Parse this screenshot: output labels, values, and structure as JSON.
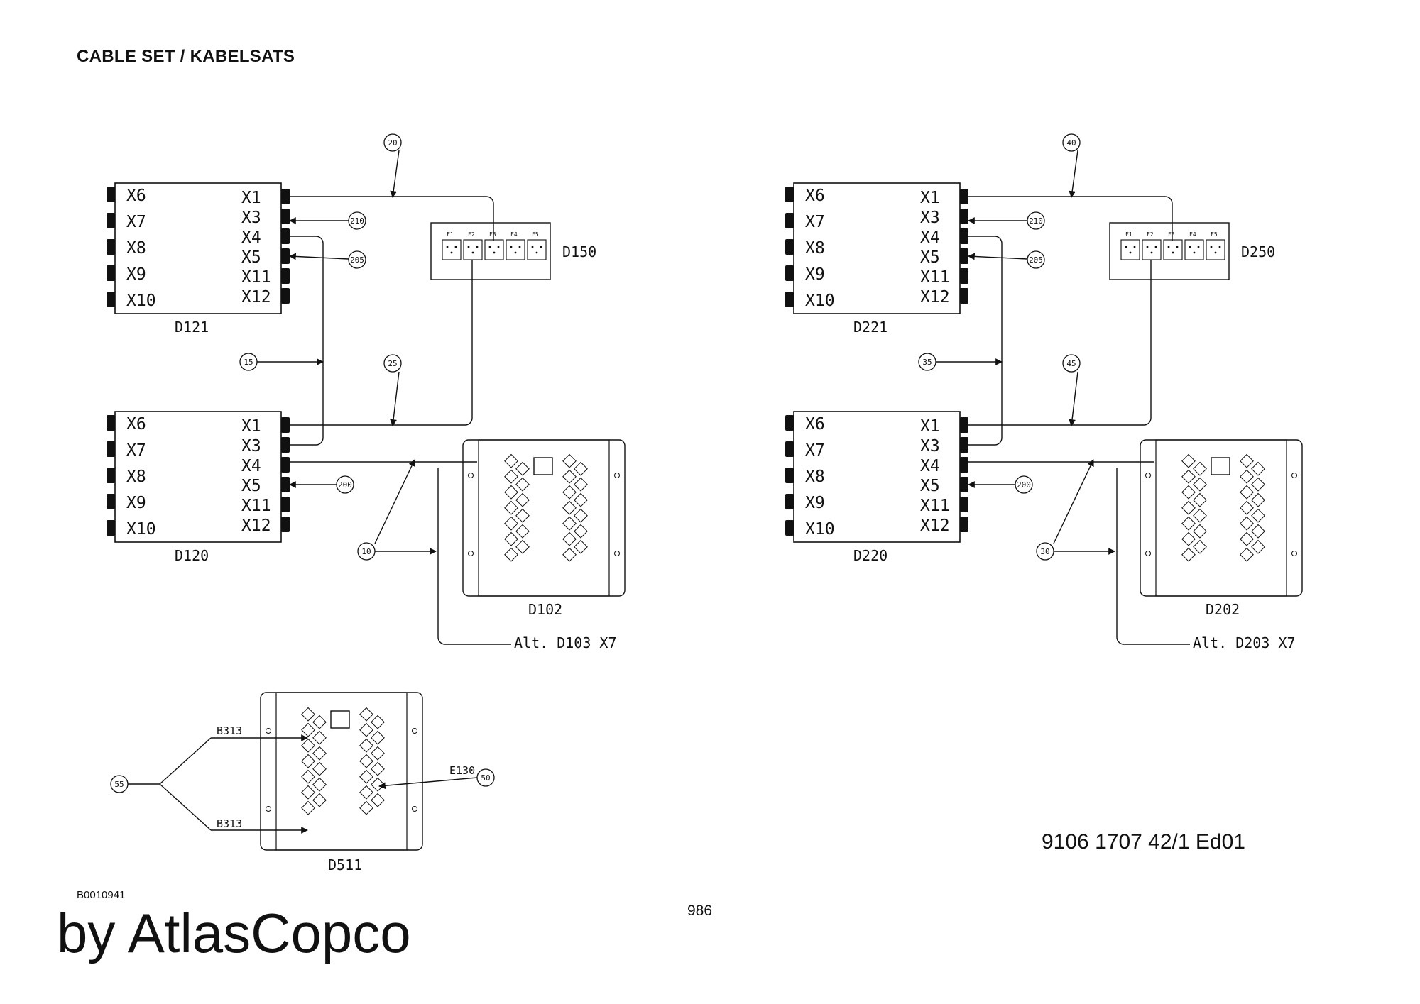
{
  "page": {
    "title": "CABLE SET / KABELSATS",
    "doc_ref": "B0010941",
    "brand": "by AtlasCopco",
    "page_number": "986",
    "part_number": "9106 1707 42/1  Ed01"
  },
  "units": {
    "d121": {
      "name": "D121",
      "left_ports": [
        "X6",
        "X7",
        "X8",
        "X9",
        "X10"
      ],
      "right_ports": [
        "X1",
        "X3",
        "X4",
        "X5",
        "X11",
        "X12"
      ]
    },
    "d120": {
      "name": "D120",
      "left_ports": [
        "X6",
        "X7",
        "X8",
        "X9",
        "X10"
      ],
      "right_ports": [
        "X1",
        "X3",
        "X4",
        "X5",
        "X11",
        "X12"
      ]
    },
    "d221": {
      "name": "D221",
      "left_ports": [
        "X6",
        "X7",
        "X8",
        "X9",
        "X10"
      ],
      "right_ports": [
        "X1",
        "X3",
        "X4",
        "X5",
        "X11",
        "X12"
      ]
    },
    "d220": {
      "name": "D220",
      "left_ports": [
        "X6",
        "X7",
        "X8",
        "X9",
        "X10"
      ],
      "right_ports": [
        "X1",
        "X3",
        "X4",
        "X5",
        "X11",
        "X12"
      ]
    }
  },
  "fuse_boxes": {
    "d150": {
      "name": "D150",
      "slots": [
        "F1",
        "F2",
        "F3",
        "F4",
        "F5"
      ]
    },
    "d250": {
      "name": "D250",
      "slots": [
        "F1",
        "F2",
        "F3",
        "F4",
        "F5"
      ]
    }
  },
  "modules": {
    "d102": {
      "name": "D102",
      "alt_label": "Alt. D103 X7"
    },
    "d202": {
      "name": "D202",
      "alt_label": "Alt. D203 X7"
    },
    "d511": {
      "name": "D511"
    }
  },
  "callouts": {
    "left": {
      "c20": "20",
      "c210": "210",
      "c205": "205",
      "c15": "15",
      "c25": "25",
      "c200": "200",
      "c10": "10"
    },
    "right": {
      "c40": "40",
      "c210": "210",
      "c205": "205",
      "c35": "35",
      "c45": "45",
      "c200": "200",
      "c30": "30"
    },
    "bottom": {
      "c55": "55",
      "c50": "50"
    }
  },
  "wire_labels": {
    "b313_top": "B313",
    "b313_bottom": "B313",
    "e130": "E130"
  }
}
